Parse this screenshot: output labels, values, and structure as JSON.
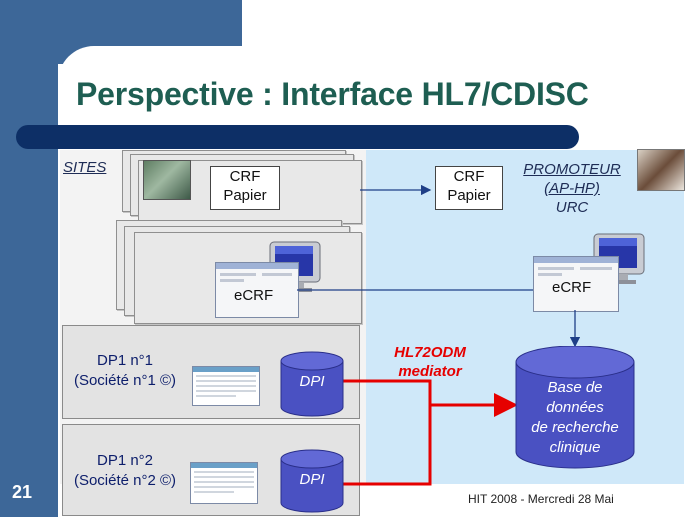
{
  "slide": {
    "title": "Perspective : Interface HL7/CDISC",
    "number": "21",
    "footer": "HIT 2008 - Mercredi 28 Mai"
  },
  "regions": {
    "sites": "SITES",
    "promoteur": [
      "PROMOTEUR",
      "(AP-HP)",
      "URC"
    ]
  },
  "nodes": {
    "crf_sites": [
      "CRF",
      "Papier"
    ],
    "crf_promoteur": [
      "CRF",
      "Papier"
    ],
    "ecrf_sites": "eCRF",
    "ecrf_promoteur": "eCRF",
    "dp1": [
      "DP1 n°1",
      "(Société n°1 ©)"
    ],
    "dp2": [
      "DP1 n°2",
      "(Société n°2 ©)"
    ],
    "dpi1": "DPI",
    "dpi2": "DPI",
    "mediator": [
      "HL72ODM",
      "mediator"
    ],
    "database": [
      "Base de",
      "données",
      "de recherche",
      "clinique"
    ]
  },
  "colors": {
    "frame_blue": "#3d6798",
    "title_green": "#1e5e52",
    "title_bar_navy": "#0d2f66",
    "promoteur_bg": "#cfe8f9",
    "db_blue": "#4a51c2",
    "mediator_red": "#e60000",
    "arrow_blue": "#1f3f87"
  },
  "icons": [
    "surgeon-photo",
    "researcher-photo",
    "computer-monitor-icon",
    "ecrf-screenshot"
  ]
}
